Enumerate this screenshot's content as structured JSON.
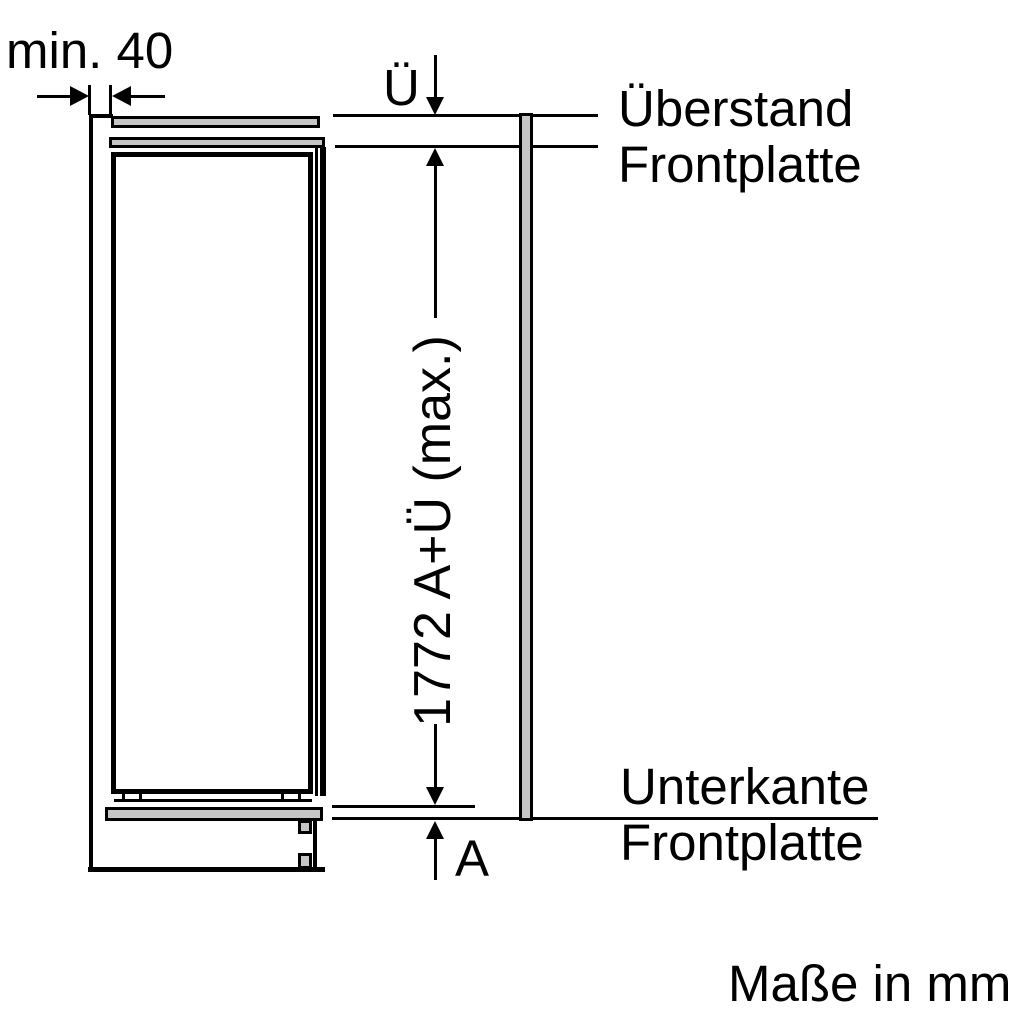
{
  "diagram": {
    "type": "appliance-installation-dimension-drawing",
    "units_note": "Maße in mm",
    "labels": {
      "min_gap": "min. 40",
      "overhang_symbol": "Ü",
      "overhang_label_line1": "Überstand",
      "overhang_label_line2": "Frontplatte",
      "height_dimension": "1772 A+Ü (max.)",
      "bottom_edge_label_line1": "Unterkante",
      "bottom_edge_label_line2": "Frontplatte",
      "bottom_gap_symbol": "A"
    },
    "colors": {
      "line": "#000000",
      "panel_fill": "#c6c6c6",
      "background": "#ffffff"
    }
  }
}
